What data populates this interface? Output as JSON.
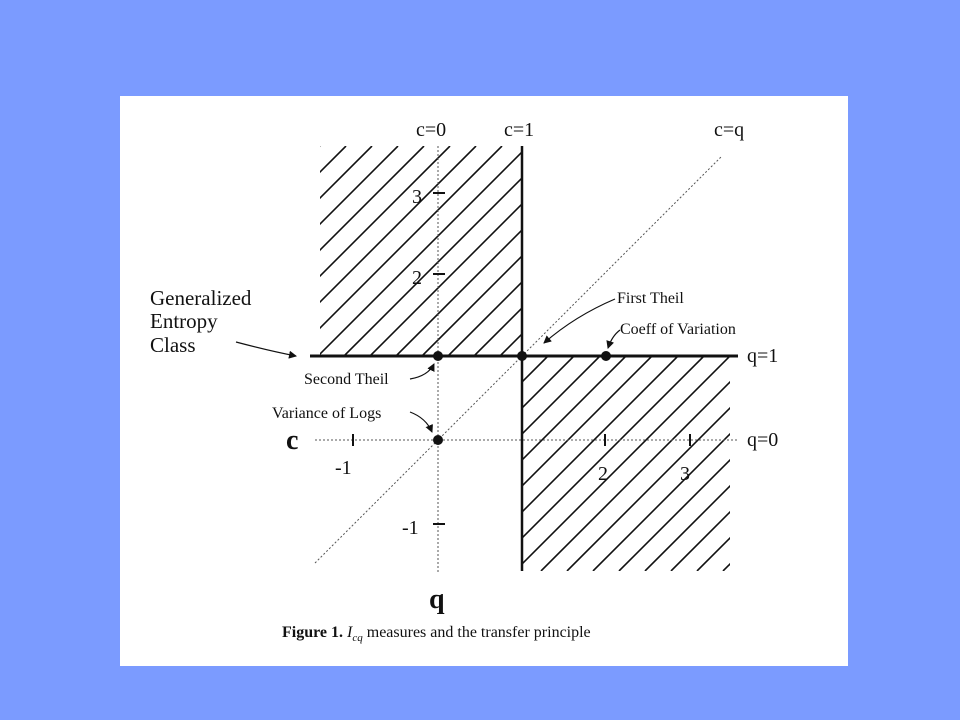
{
  "colors": {
    "background": "#7b9bff",
    "panel": "#ffffff",
    "ink": "#111111"
  },
  "diagram": {
    "column_labels": {
      "c0": "c=0",
      "c1": "c=1",
      "cq": "c=q"
    },
    "row_labels": {
      "q1": "q=1",
      "q0": "q=0"
    },
    "axis_labels": {
      "c": "c",
      "q": "q"
    },
    "ticks": {
      "y_pos": [
        {
          "value": 3,
          "label": "3"
        },
        {
          "value": 2,
          "label": "2"
        },
        {
          "value": -1,
          "label": "-1"
        }
      ],
      "x_pos": [
        {
          "value": -1,
          "label": "-1"
        },
        {
          "value": 2,
          "label": "2"
        },
        {
          "value": 3,
          "label": "3"
        }
      ]
    },
    "annotations": {
      "generalized_entropy_lines": [
        "Generalized",
        "Entropy",
        "Class"
      ],
      "first_theil": "First Theil",
      "coeff_of_variation": "Coeff of Variation",
      "second_theil": "Second Theil",
      "variance_of_logs": "Variance of Logs"
    },
    "points": [
      {
        "name": "second-theil",
        "c": 0,
        "q": 1
      },
      {
        "name": "first-theil",
        "c": 1,
        "q": 1
      },
      {
        "name": "coeff-of-variation",
        "c": 2,
        "q": 1
      },
      {
        "name": "variance-of-logs",
        "c": 0,
        "q": 0
      }
    ]
  },
  "caption": {
    "figure_label": "Figure 1.",
    "symbol": "I",
    "subscript": "cq",
    "text": " measures and the transfer principle"
  }
}
